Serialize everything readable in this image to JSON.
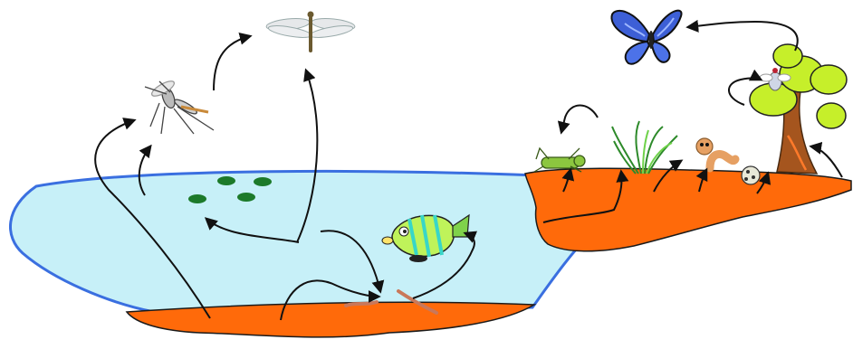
{
  "diagram": {
    "kind": "pond-and-land food web illustration",
    "colors": {
      "background": "#ffffff",
      "water": "#c7f0f8",
      "water_edge": "#3a6fe0",
      "soil": "#ff6a0a",
      "soil_edge": "#1a1a1a",
      "arrow": "#111111",
      "leaf": "#c6ef2a",
      "trunk": "#a5551e",
      "algae": "#1c7a2a",
      "butterfly": "#3d5fd6",
      "fish_body": "#bff35a",
      "fish_stripe": "#38d6c8"
    },
    "organisms": [
      {
        "id": "dragonfly",
        "icon": "dragonfly-icon"
      },
      {
        "id": "mosquito",
        "icon": "mosquito-icon"
      },
      {
        "id": "algae",
        "icon": "algae-icon"
      },
      {
        "id": "fish",
        "icon": "fish-icon"
      },
      {
        "id": "worms",
        "icon": "worm-icon"
      },
      {
        "id": "butterfly",
        "icon": "butterfly-icon"
      },
      {
        "id": "grasshopper",
        "icon": "grasshopper-icon"
      },
      {
        "id": "grass",
        "icon": "grass-icon"
      },
      {
        "id": "earthworm",
        "icon": "earthworm-icon"
      },
      {
        "id": "beetle",
        "icon": "beetle-icon"
      },
      {
        "id": "fly",
        "icon": "fly-icon"
      },
      {
        "id": "tree",
        "icon": "tree-icon"
      }
    ]
  }
}
